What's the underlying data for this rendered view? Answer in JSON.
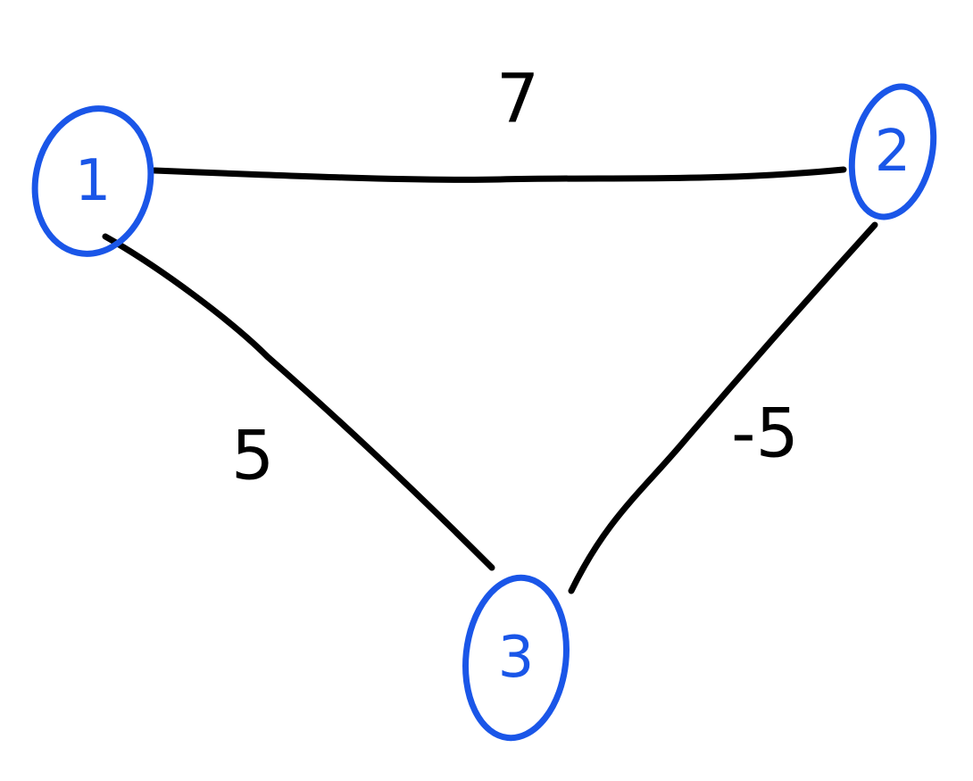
{
  "diagram": {
    "type": "weighted-undirected-graph",
    "colors": {
      "node": "#1a56e8",
      "edge": "#000000",
      "background": "#ffffff"
    },
    "nodes": [
      {
        "id": "1",
        "label": "1"
      },
      {
        "id": "2",
        "label": "2"
      },
      {
        "id": "3",
        "label": "3"
      }
    ],
    "edges": [
      {
        "from": "1",
        "to": "2",
        "weight": "7"
      },
      {
        "from": "1",
        "to": "3",
        "weight": "5"
      },
      {
        "from": "2",
        "to": "3",
        "weight": "-5"
      }
    ]
  }
}
